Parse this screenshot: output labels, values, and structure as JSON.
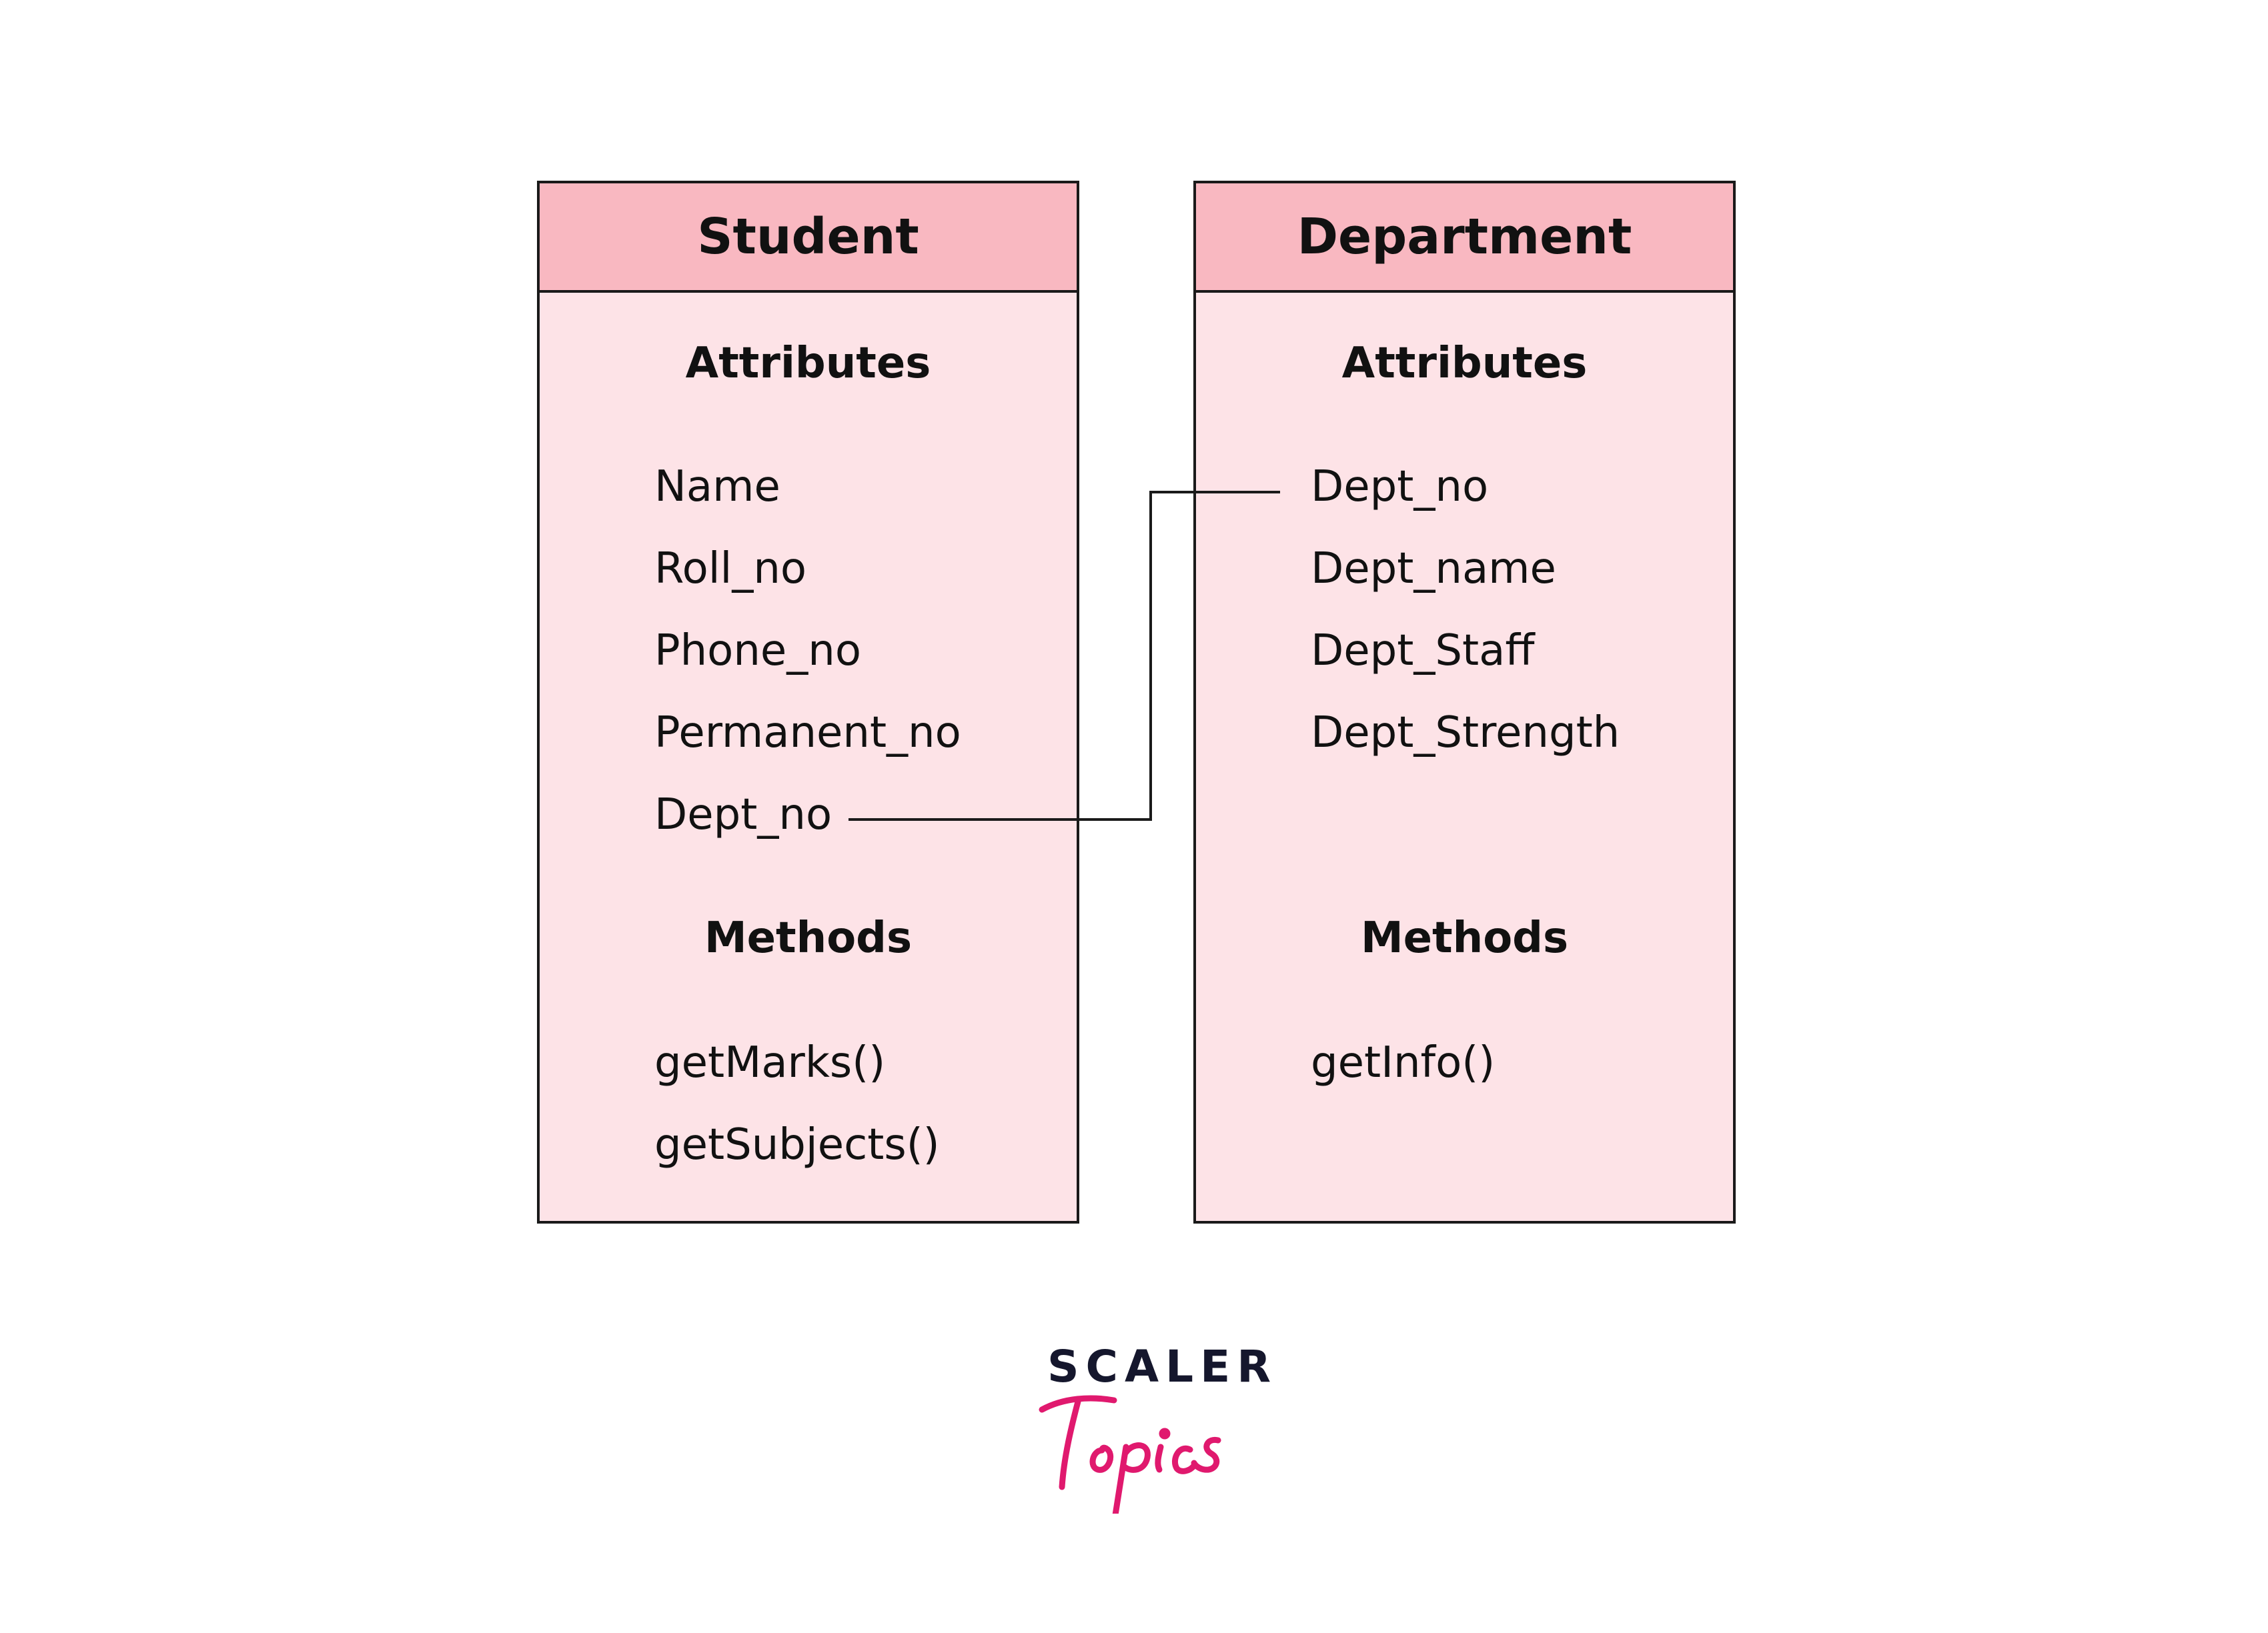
{
  "classes": {
    "student": {
      "name": "Student",
      "attributes_title": "Attributes",
      "attributes": [
        "Name",
        "Roll_no",
        "Phone_no",
        "Permanent_no",
        "Dept_no"
      ],
      "methods_title": "Methods",
      "methods": [
        "getMarks()",
        "getSubjects()"
      ]
    },
    "department": {
      "name": "Department",
      "attributes_title": "Attributes",
      "attributes": [
        "Dept_no",
        "Dept_name",
        "Dept_Staff",
        "Dept_Strength"
      ],
      "methods_title": "Methods",
      "methods": [
        "getInfo()"
      ]
    }
  },
  "relationship": {
    "from": "Student.Dept_no",
    "to": "Department.Dept_no"
  },
  "logo": {
    "line1": "SCALER",
    "line2": "Topics"
  },
  "colors": {
    "header_fill": "#f9b8c1",
    "body_fill": "#fde3e7",
    "border": "#1a1a1a",
    "logo_dark": "#15172d",
    "logo_pink": "#e0196e"
  }
}
